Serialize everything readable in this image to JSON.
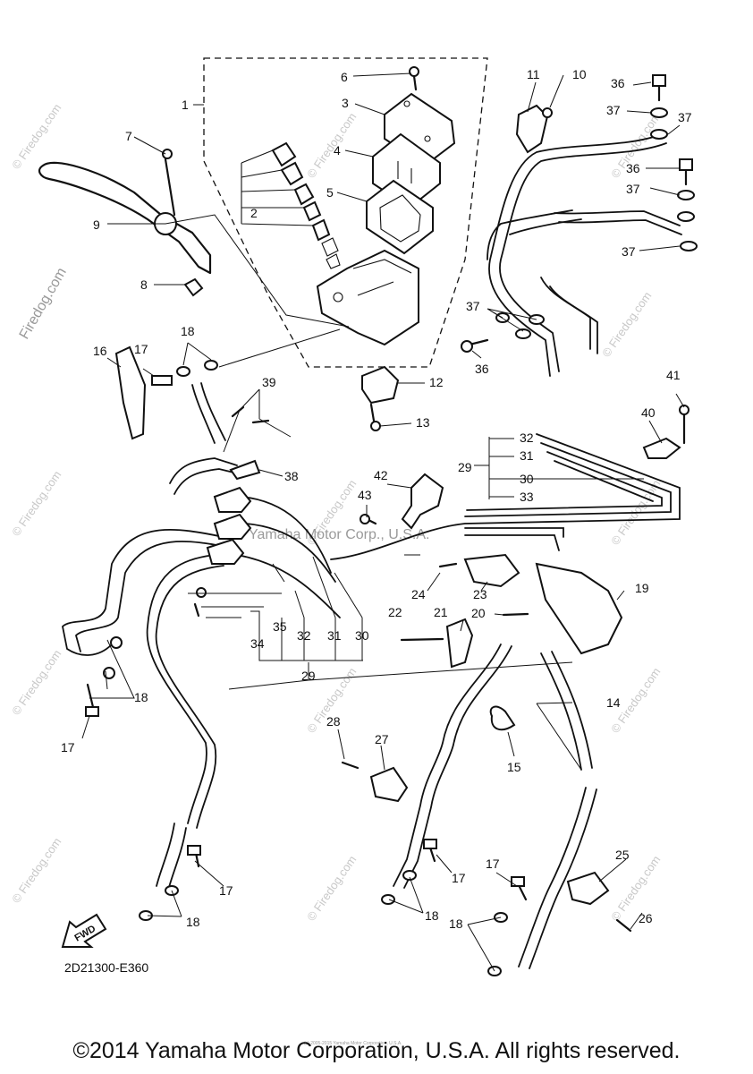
{
  "diagram": {
    "reference_code": "2D21300-E360",
    "copyright": "©2014 Yamaha Motor Corporation, U.S.A. All rights reserved.",
    "tiny_copyright": "(c) 2005-2015 Yamaha Motor Corporation, U.S.A.",
    "watermark_center": "Yamaha Motor Corp., U.S.A.",
    "watermark_site": "© Firedog.com",
    "watermark_site_rotated": "Firedog.com",
    "fwd_label": "FWD",
    "callouts": [
      "1",
      "2",
      "3",
      "4",
      "5",
      "6",
      "7",
      "8",
      "9",
      "10",
      "11",
      "12",
      "13",
      "14",
      "15",
      "16",
      "17",
      "17",
      "17",
      "17",
      "17",
      "18",
      "18",
      "18",
      "18",
      "18",
      "19",
      "20",
      "21",
      "22",
      "23",
      "24",
      "25",
      "26",
      "27",
      "28",
      "29",
      "29",
      "30",
      "30",
      "31",
      "31",
      "32",
      "32",
      "33",
      "34",
      "35",
      "36",
      "36",
      "36",
      "37",
      "37",
      "37",
      "37",
      "37",
      "38",
      "39",
      "40",
      "41",
      "42",
      "43"
    ]
  }
}
